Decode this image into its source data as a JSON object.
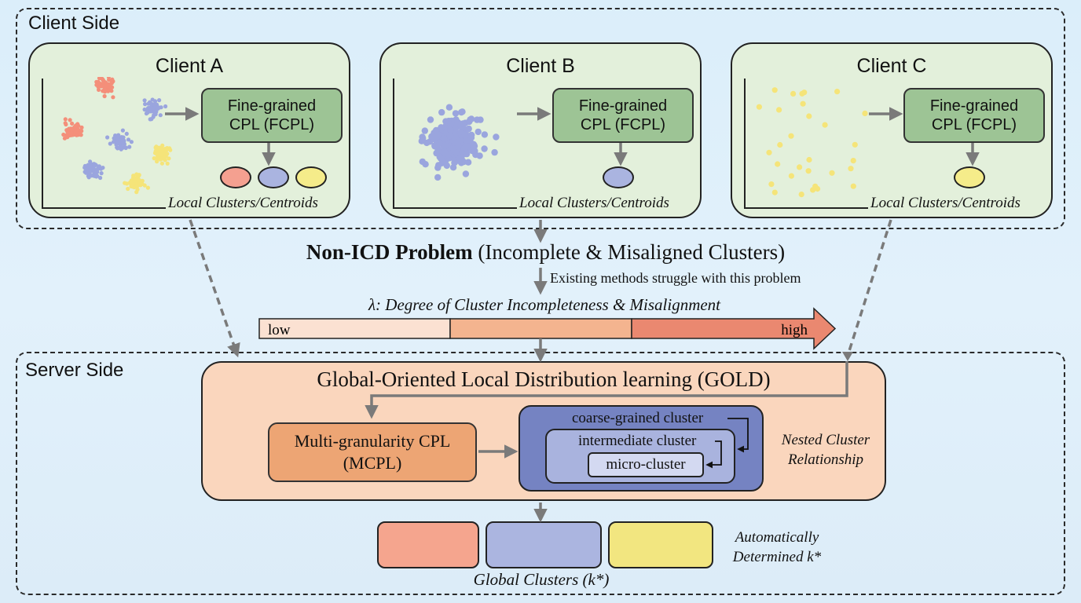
{
  "client_side": {
    "title": "Client Side",
    "clients": [
      {
        "title": "Client A",
        "module": {
          "line1": "Fine-grained",
          "line2": "CPL (FCPL)"
        },
        "axis_label": "Local Clusters/Centroids",
        "centroid_colors": [
          "#f4a090",
          "#aab4e0",
          "#f5ec8a"
        ],
        "scatter": "multiple compact clusters (2 red, 3 blue, 2 yellow)"
      },
      {
        "title": "Client B",
        "module": {
          "line1": "Fine-grained",
          "line2": "CPL (FCPL)"
        },
        "axis_label": "Local Clusters/Centroids",
        "centroid_colors": [
          "#aab4e0"
        ],
        "scatter": "single large blue cluster"
      },
      {
        "title": "Client C",
        "module": {
          "line1": "Fine-grained",
          "line2": "CPL (FCPL)"
        },
        "axis_label": "Local Clusters/Centroids",
        "centroid_colors": [
          "#f5ec8a"
        ],
        "scatter": "sparse yellow points"
      }
    ]
  },
  "problem": {
    "bold": "Non-ICD Problem",
    "rest": " (Incomplete & Misaligned Clusters)",
    "note": "Existing methods struggle with this problem"
  },
  "lambda_scale": {
    "title": "λ: Degree of Cluster Incompleteness & Misalignment",
    "low": "low",
    "high": "high",
    "segment_colors": [
      "#fbe1d2",
      "#f4b48f",
      "#ea8870"
    ]
  },
  "server_side": {
    "title": "Server Side",
    "gold_title": "Global-Oriented Local Distribution learning (GOLD)",
    "mcpl": {
      "line1": "Multi-granularity CPL",
      "line2": "(MCPL)"
    },
    "nested": {
      "coarse": "coarse-grained cluster",
      "intermediate": "intermediate cluster",
      "micro": "micro-cluster"
    },
    "nested_label": {
      "line1": "Nested Cluster",
      "line2": "Relationship"
    },
    "global_clusters": {
      "caption": "Global Clusters (k*)",
      "colors": [
        "#f5a58e",
        "#abb5e0",
        "#f2e680"
      ],
      "note_line1": "Automatically",
      "note_line2": "Determined k*"
    }
  },
  "colors": {
    "background": "#ddeef9",
    "client_panel": "#e3f0db",
    "fcpl": "#9dc495",
    "gold_panel": "#fad6bd",
    "mcpl": "#eda574",
    "arrow": "#7a7a7a",
    "red_points": "#f48f7a",
    "blue_points": "#9aa5de",
    "yellow_points": "#f5e479"
  }
}
